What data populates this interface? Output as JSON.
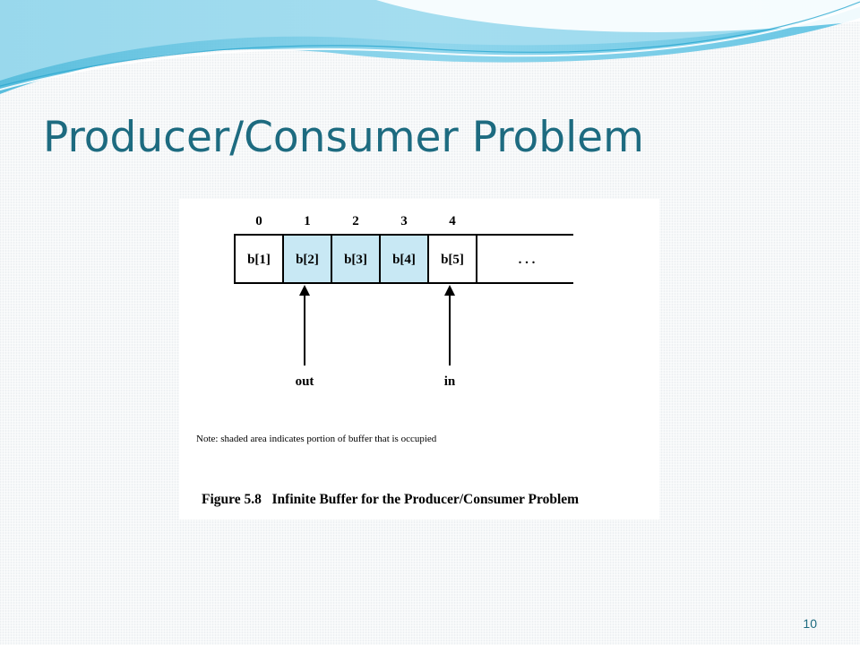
{
  "slide": {
    "title": "Producer/Consumer Problem",
    "page_number": "10"
  },
  "colors": {
    "title": "#1d6b80",
    "occupied_fill": "#c8e8f4",
    "wave_light": "#bfe7f3",
    "wave_mid": "#6fcbe6",
    "wave_dark": "#2ba7cf"
  },
  "figure": {
    "indices": [
      "0",
      "1",
      "2",
      "3",
      "4"
    ],
    "cells": [
      {
        "label": "b[1]",
        "occupied": false
      },
      {
        "label": "b[2]",
        "occupied": true
      },
      {
        "label": "b[3]",
        "occupied": true
      },
      {
        "label": "b[4]",
        "occupied": true
      },
      {
        "label": "b[5]",
        "occupied": false
      }
    ],
    "continuation": ". . .",
    "pointers": [
      {
        "label": "out",
        "cell": 1
      },
      {
        "label": "in",
        "cell": 4
      }
    ],
    "note": "Note: shaded area indicates portion of buffer that is occupied",
    "caption": "Figure 5.8   Infinite Buffer for the Producer/Consumer Problem"
  }
}
